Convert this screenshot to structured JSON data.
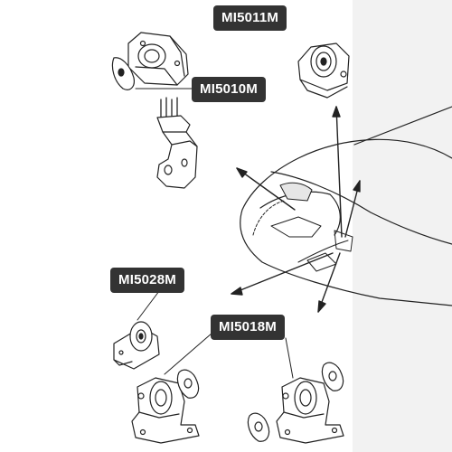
{
  "labels": {
    "mi5011m": "MI5011M",
    "mi5010m": "MI5010M",
    "mi5028m": "MI5028M",
    "mi5018m": "MI5018M"
  },
  "colors": {
    "label_bg": "#333333",
    "label_text": "#ffffff",
    "line_art": "#222222",
    "page_edge": "#f2f2f2"
  },
  "icons": [
    "engine-mount-icon",
    "mount-bracket-icon",
    "rubber-bushing-icon",
    "washer-icon",
    "car-outline-icon",
    "arrow-icon"
  ]
}
